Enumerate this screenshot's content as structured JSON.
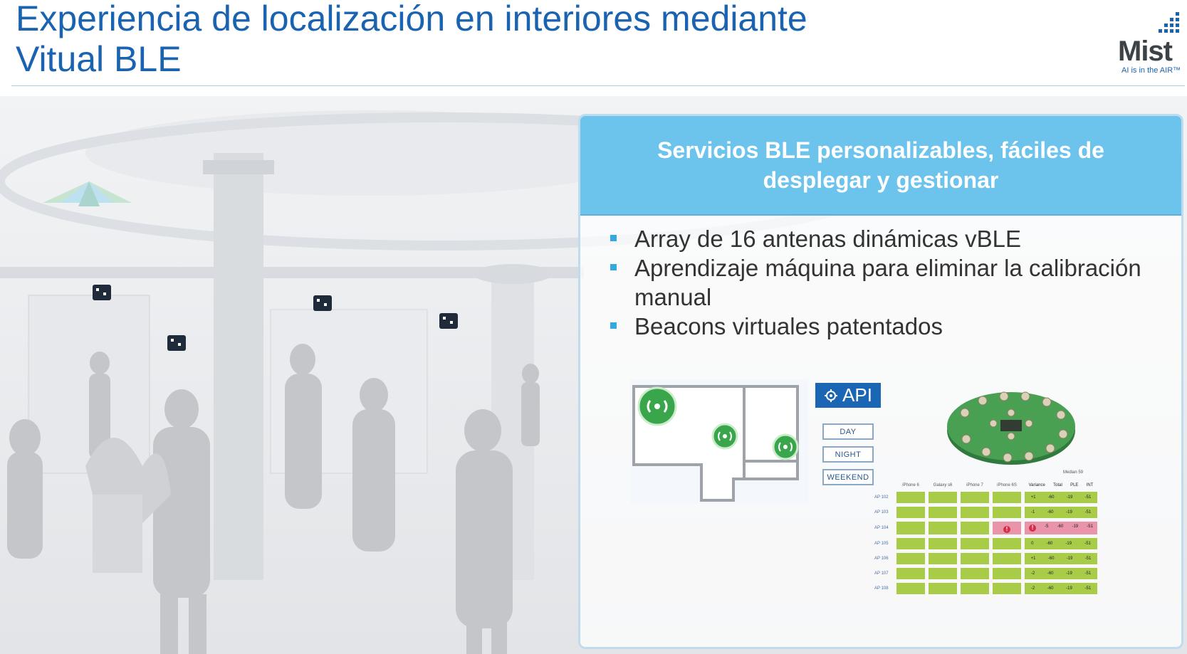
{
  "slide": {
    "title_line1": "Experiencia de localización en interiores mediante",
    "title_line2": "Vitual BLE"
  },
  "logo": {
    "word": "Mist",
    "tagline": "AI is in the AIR™",
    "accent_color": "#1a63b0"
  },
  "panel": {
    "heading": "Servicios BLE personalizables, fáciles de desplegar y gestionar",
    "header_color": "#6cc3ec",
    "bullets": [
      "Array de 16 antenas dinámicas vBLE",
      "Aprendizaje máquina para eliminar la calibración manual",
      "Beacons virtuales patentados"
    ],
    "api_label": "API",
    "schedule_buttons": [
      "DAY",
      "NIGHT",
      "WEEKEND"
    ]
  },
  "device_grid": {
    "group_label": "Median 59",
    "columns": [
      "iPhone 6",
      "Galaxy s6",
      "iPhone 7",
      "iPhone 6S",
      "Variance",
      "Total",
      "PLE",
      "INT"
    ],
    "rows": [
      {
        "ap": "AP 102",
        "variance": "+1",
        "total": "-60",
        "ple": "-19",
        "int": "-51",
        "alert": false
      },
      {
        "ap": "AP 103",
        "variance": "-1",
        "total": "-60",
        "ple": "-19",
        "int": "-51",
        "alert": false
      },
      {
        "ap": "AP 104",
        "variance": "-5",
        "total": "-60",
        "ple": "-19",
        "int": "-51",
        "alert": true
      },
      {
        "ap": "AP 105",
        "variance": "0",
        "total": "-60",
        "ple": "-19",
        "int": "-51",
        "alert": false
      },
      {
        "ap": "AP 106",
        "variance": "+1",
        "total": "-60",
        "ple": "-19",
        "int": "-51",
        "alert": false
      },
      {
        "ap": "AP 107",
        "variance": "-2",
        "total": "-60",
        "ple": "-19",
        "int": "-51",
        "alert": false
      },
      {
        "ap": "AP 108",
        "variance": "-2",
        "total": "-60",
        "ple": "-19",
        "int": "-51",
        "alert": false
      }
    ],
    "ok_color": "#a8cc48",
    "alert_color": "#e994a8"
  }
}
